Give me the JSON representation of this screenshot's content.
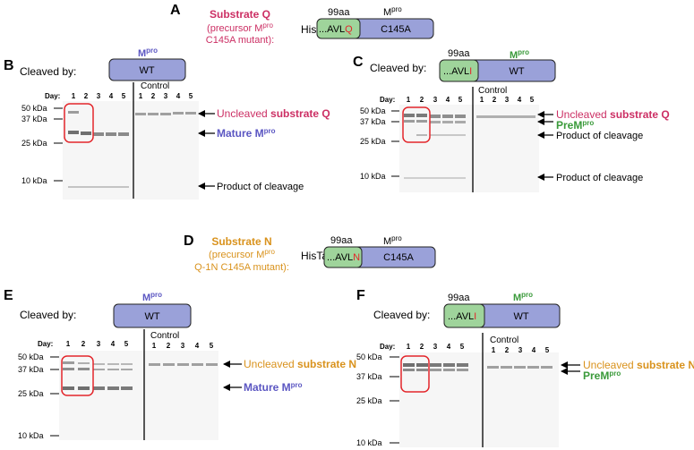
{
  "colors": {
    "magenta": "#cc2f64",
    "purple": "#5b56c2",
    "green": "#3a9a3a",
    "orange": "#d9921c",
    "box_purple": "#9aa1d9",
    "box_green": "#9fd49b",
    "red_box": "#e3262b",
    "band": "#9c9c9c",
    "band_dark": "#6f6f6f"
  },
  "panelA": {
    "letter": "A",
    "title": "Substrate Q",
    "sub_line1": "(precursor M",
    "sub_line1_sup": "pro",
    "sub_line2": "C145A mutant):",
    "hislabel": "HisTag-",
    "label_99": "99aa",
    "label_m": "M",
    "label_m_sup": "pro",
    "box1_text": "...AVL",
    "box1_letter": "Q",
    "box2_text": "C145A"
  },
  "panelB": {
    "letter": "B",
    "cleaved_by": "Cleaved by:",
    "enzyme_label": "M",
    "enzyme_sup": "pro",
    "box_text": "WT",
    "day_label": "Day:",
    "days": [
      "1",
      "2",
      "3",
      "4",
      "5"
    ],
    "control_label": "Control",
    "control_days": [
      "1",
      "2",
      "3",
      "4",
      "5"
    ],
    "mw": [
      "50 kDa",
      "37 kDa",
      "25 kDa",
      "10 kDa"
    ],
    "ann1": "Uncleaved",
    "ann1_bold": "substrate Q",
    "ann2": "Mature M",
    "ann2_sup": "pro",
    "ann3": "Product of cleavage"
  },
  "panelC": {
    "letter": "C",
    "cleaved_by": "Cleaved by:",
    "label_99": "99aa",
    "enzyme_label": "M",
    "enzyme_sup": "pro",
    "box1_text": "...AVL",
    "box1_letter": "I",
    "box2_text": "WT",
    "day_label": "Day:",
    "days": [
      "1",
      "2",
      "3",
      "4",
      "5"
    ],
    "control_label": "Control",
    "control_days": [
      "1",
      "2",
      "3",
      "4",
      "5"
    ],
    "mw": [
      "50 kDa",
      "37 kDa",
      "25 kDa",
      "10 kDa"
    ],
    "ann1": "Uncleaved",
    "ann1_bold": "substrate Q",
    "ann2": "PreM",
    "ann2_sup": "pro",
    "ann3": "Product of cleavage",
    "ann4": "Product of cleavage"
  },
  "panelD": {
    "letter": "D",
    "title": "Substrate N",
    "sub_line1": "(precursor M",
    "sub_line1_sup": "pro",
    "sub_line2": "Q-1N C145A mutant):",
    "hislabel": "HisTag-",
    "label_99": "99aa",
    "label_m": "M",
    "label_m_sup": "pro",
    "box1_text": "...AVL",
    "box1_letter": "N",
    "box2_text": "C145A"
  },
  "panelE": {
    "letter": "E",
    "cleaved_by": "Cleaved by:",
    "enzyme_label": "M",
    "enzyme_sup": "pro",
    "box_text": "WT",
    "day_label": "Day:",
    "days": [
      "1",
      "2",
      "3",
      "4",
      "5"
    ],
    "control_label": "Control",
    "control_days": [
      "1",
      "2",
      "3",
      "4",
      "5"
    ],
    "mw": [
      "50 kDa",
      "37 kDa",
      "25 kDa",
      "10 kDa"
    ],
    "ann1": "Uncleaved",
    "ann1_bold": "substrate N",
    "ann2": "Mature M",
    "ann2_sup": "pro"
  },
  "panelF": {
    "letter": "F",
    "cleaved_by": "Cleaved by:",
    "label_99": "99aa",
    "enzyme_label": "M",
    "enzyme_sup": "pro",
    "box1_text": "...AVL",
    "box1_letter": "I",
    "box2_text": "WT",
    "day_label": "Day:",
    "days": [
      "1",
      "2",
      "3",
      "4",
      "5"
    ],
    "control_label": "Control",
    "control_days": [
      "1",
      "2",
      "3",
      "4",
      "5"
    ],
    "mw": [
      "50 kDa",
      "37 kDa",
      "25 kDa",
      "10 kDa"
    ],
    "ann1": "Uncleaved",
    "ann1_bold": "substrate N",
    "ann2": "PreM",
    "ann2_sup": "pro"
  }
}
